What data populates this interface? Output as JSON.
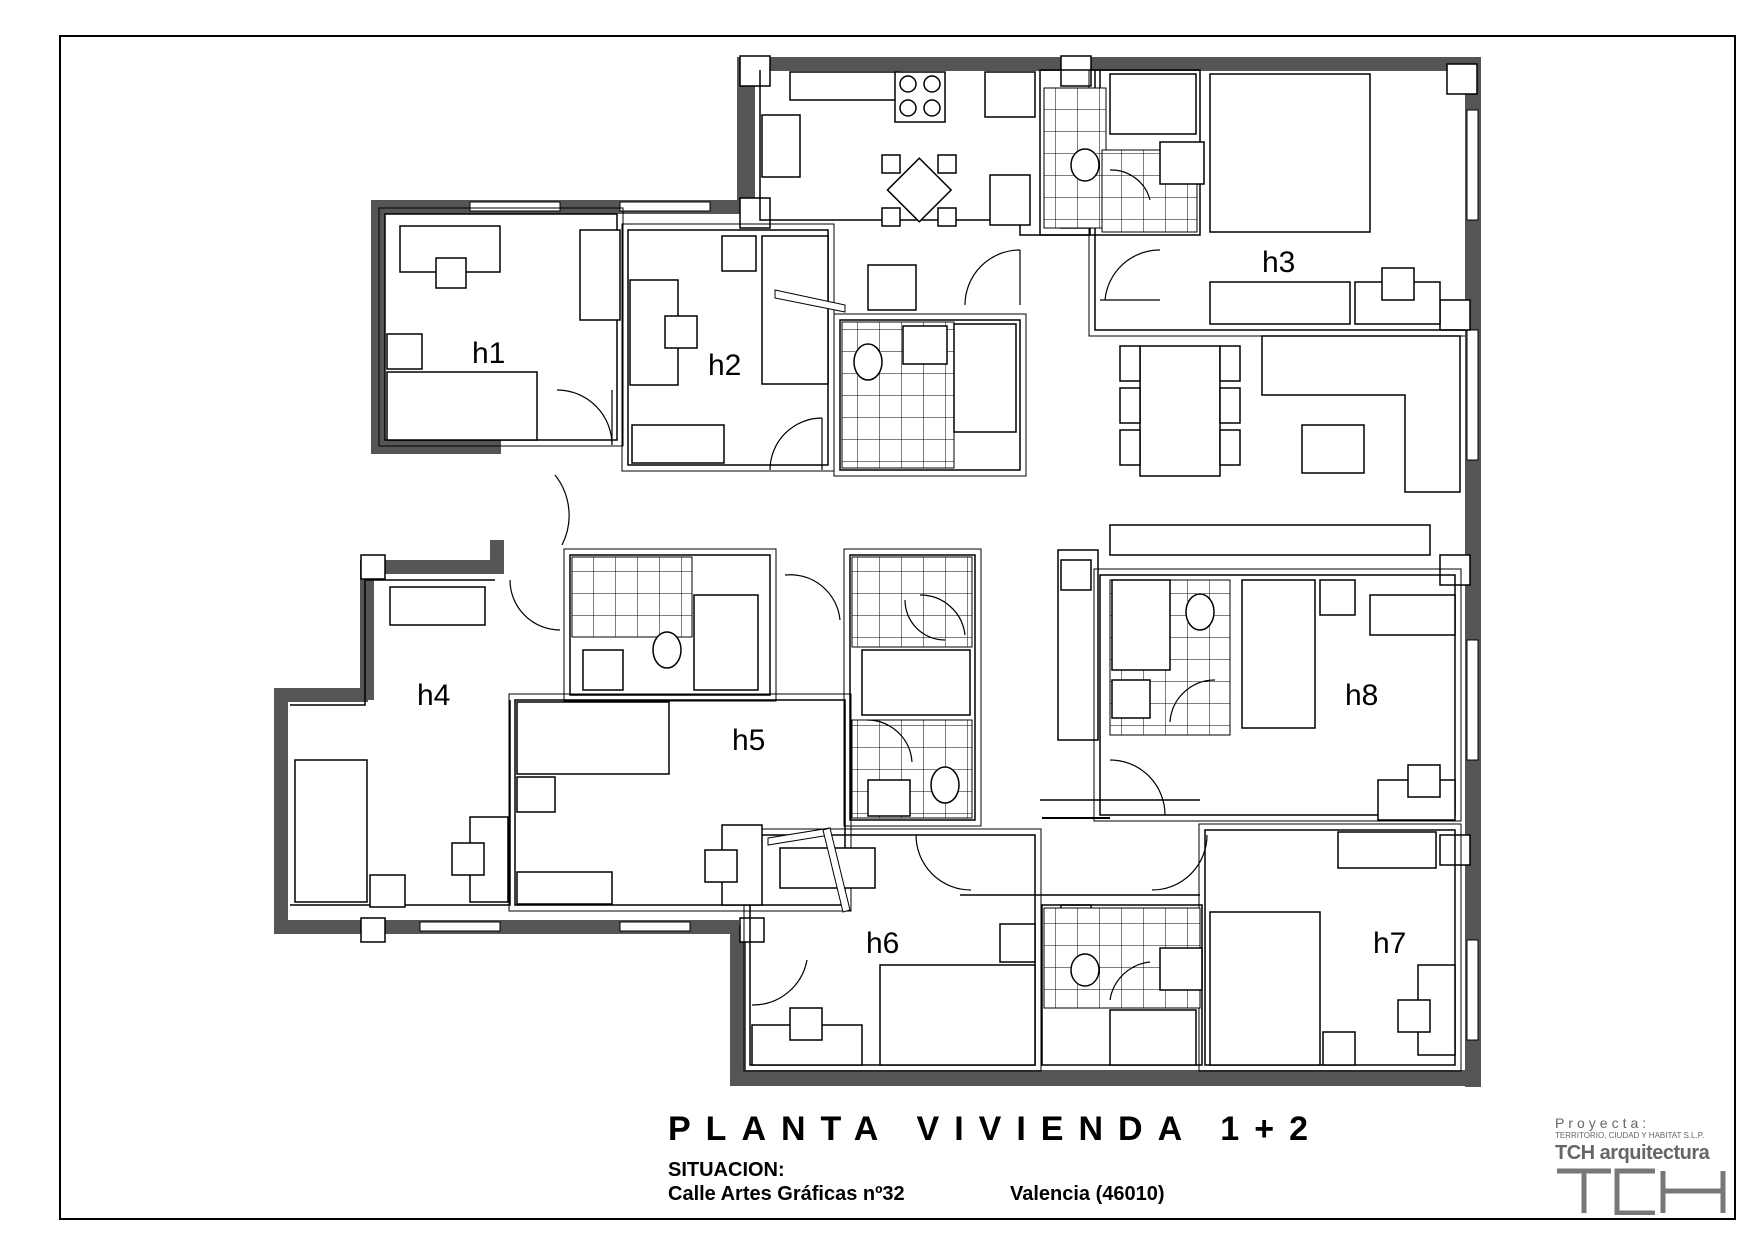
{
  "plan": {
    "rooms": [
      {
        "id": "h1",
        "label": "h1"
      },
      {
        "id": "h2",
        "label": "h2"
      },
      {
        "id": "h3",
        "label": "h3"
      },
      {
        "id": "h4",
        "label": "h4"
      },
      {
        "id": "h5",
        "label": "h5"
      },
      {
        "id": "h6",
        "label": "h6"
      },
      {
        "id": "h7",
        "label": "h7"
      },
      {
        "id": "h8",
        "label": "h8"
      }
    ],
    "colors": {
      "wall": "#555555",
      "line": "#000000",
      "tile": "#000000",
      "paper": "#ffffff",
      "logo_gray": "#777777"
    }
  },
  "title_block": {
    "title": "PLANTA VIVIENDA 1+2",
    "situacion_label": "SITUACION:",
    "street": "Calle Artes Gráficas nº32",
    "city": "Valencia (46010)"
  },
  "firm": {
    "proyecta": "Proyecta:",
    "company": "TERRITORIO, CIUDAD Y HABITAT S.L.P.",
    "name": "TCH arquitectura",
    "logo": "TCH"
  }
}
